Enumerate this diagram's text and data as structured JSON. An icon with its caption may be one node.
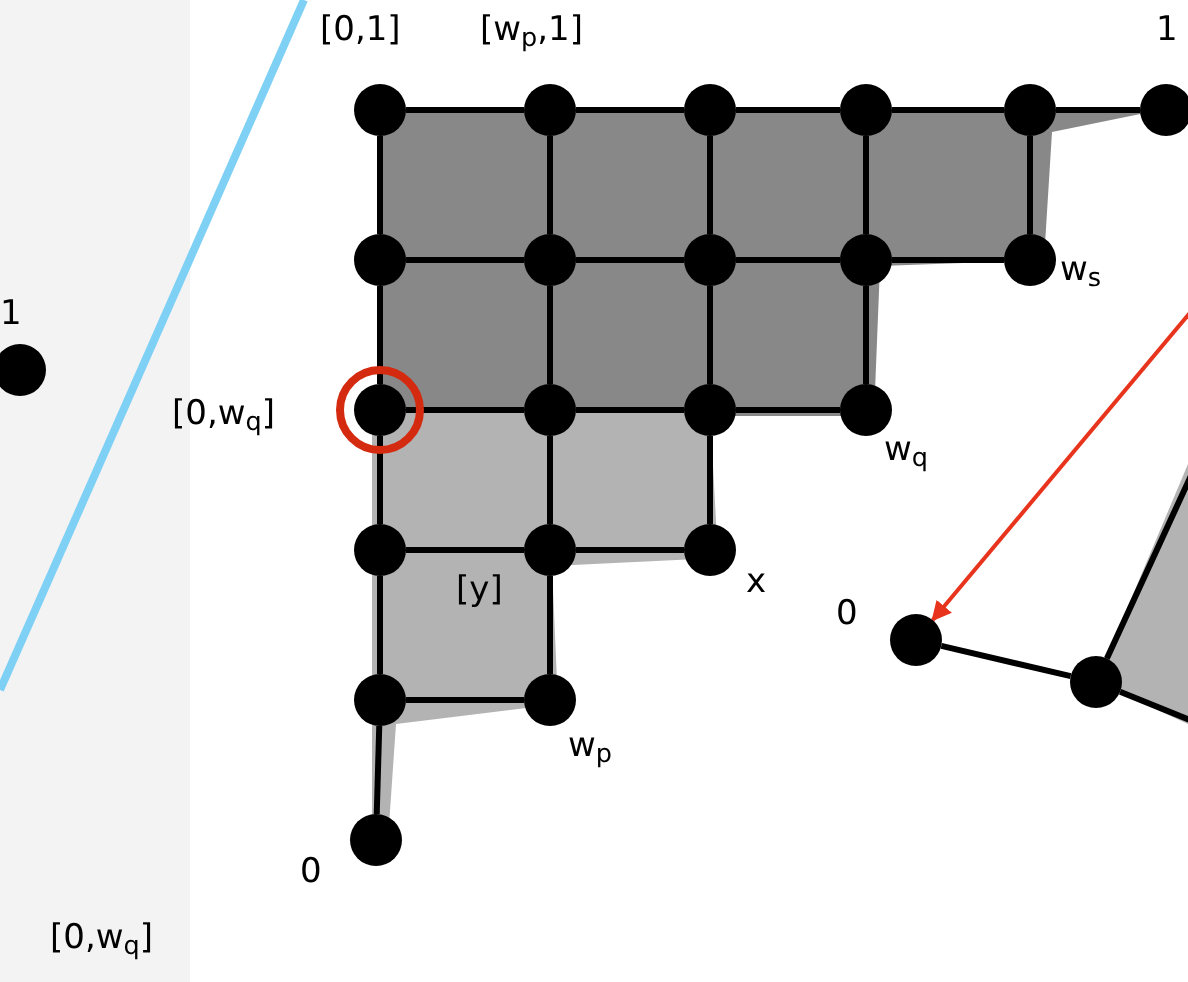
{
  "diagram": {
    "nodes": [
      {
        "text": [],
        "shape": "circle",
        "beside": [
          "[0,1]"
        ]
      },
      {
        "text": [],
        "shape": "circle",
        "beside": [
          "[w$_{p}$,1]"
        ]
      },
      {
        "text": [],
        "shape": "circle"
      },
      {
        "text": [],
        "shape": "circle"
      },
      {
        "text": [],
        "shape": "circle"
      },
      {
        "text": [],
        "shape": "circle",
        "beside": [
          "1"
        ]
      },
      {
        "text": [],
        "shape": "circle"
      },
      {
        "text": [],
        "shape": "circle"
      },
      {
        "text": [],
        "shape": "circle"
      },
      {
        "text": [],
        "shape": "circle"
      },
      {
        "text": [],
        "shape": "circle",
        "beside": [
          "w$_{s}$"
        ]
      },
      {
        "text": [],
        "shape": "circle",
        "beside": [
          "[0,w$_{q}$]"
        ]
      },
      {
        "text": [],
        "shape": "circle"
      },
      {
        "text": [],
        "shape": "circle"
      },
      {
        "text": [],
        "shape": "circle",
        "beside": [
          "w$_{q}$"
        ]
      },
      {
        "text": [],
        "shape": "circle"
      },
      {
        "text": [],
        "shape": "circle"
      },
      {
        "text": [],
        "shape": "circle",
        "beside": [
          "x"
        ]
      },
      {
        "text": [],
        "shape": "circle"
      },
      {
        "text": [],
        "shape": "circle",
        "beside": [
          "w$_{p}$"
        ]
      },
      {
        "text": [],
        "shape": "circle",
        "beside": [
          "0"
        ]
      },
      {
        "text": [],
        "shape": "circle",
        "beside": [
          "0"
        ]
      },
      {
        "text": [],
        "shape": "circle"
      },
      {
        "text": [],
        "shape": "circle",
        "beside": [
          "1"
        ]
      }
    ],
    "edges": [
      {
        "from": 0,
        "to": 1,
        "arrow": "none"
      },
      {
        "from": 1,
        "to": 2,
        "arrow": "none"
      },
      {
        "from": 2,
        "to": 3,
        "arrow": "none"
      },
      {
        "from": 3,
        "to": 4,
        "arrow": "none"
      },
      {
        "from": 4,
        "to": 5,
        "arrow": "none"
      },
      {
        "from": 6,
        "to": 7,
        "arrow": "none"
      },
      {
        "from": 7,
        "to": 8,
        "arrow": "none"
      },
      {
        "from": 8,
        "to": 9,
        "arrow": "none"
      },
      {
        "from": 9,
        "to": 10,
        "arrow": "none"
      },
      {
        "from": 11,
        "to": 12,
        "arrow": "none"
      },
      {
        "from": 12,
        "to": 13,
        "arrow": "none"
      },
      {
        "from": 13,
        "to": 14,
        "arrow": "none"
      },
      {
        "from": 15,
        "to": 16,
        "arrow": "none"
      },
      {
        "from": 16,
        "to": 17,
        "arrow": "none"
      },
      {
        "from": 18,
        "to": 19,
        "arrow": "none"
      },
      {
        "from": 0,
        "to": 6,
        "arrow": "none"
      },
      {
        "from": 6,
        "to": 11,
        "arrow": "none"
      },
      {
        "from": 11,
        "to": 15,
        "arrow": "none"
      },
      {
        "from": 15,
        "to": 18,
        "arrow": "none"
      },
      {
        "from": 18,
        "to": 20,
        "arrow": "none"
      },
      {
        "from": 1,
        "to": 7,
        "arrow": "none"
      },
      {
        "from": 7,
        "to": 12,
        "arrow": "none"
      },
      {
        "from": 12,
        "to": 16,
        "arrow": "none"
      },
      {
        "from": 16,
        "to": 19,
        "arrow": "none"
      },
      {
        "from": 2,
        "to": 8,
        "arrow": "none"
      },
      {
        "from": 8,
        "to": 13,
        "arrow": "none"
      },
      {
        "from": 13,
        "to": 17,
        "arrow": "none"
      },
      {
        "from": 3,
        "to": 9,
        "arrow": "none"
      },
      {
        "from": 9,
        "to": 14,
        "arrow": "none"
      },
      {
        "from": 4,
        "to": 10,
        "arrow": "none"
      },
      {
        "from": 21,
        "to": 22,
        "arrow": "none"
      },
      {
        "from": 22,
        "to": null,
        "arrow": "none"
      },
      {
        "from": 22,
        "to": null,
        "arrow": "none"
      },
      {
        "from": null,
        "to": 21,
        "arrow": "to",
        "color": "#e8341c"
      }
    ],
    "labels": [
      "[y]",
      "[0,w$_{q}$]"
    ]
  }
}
